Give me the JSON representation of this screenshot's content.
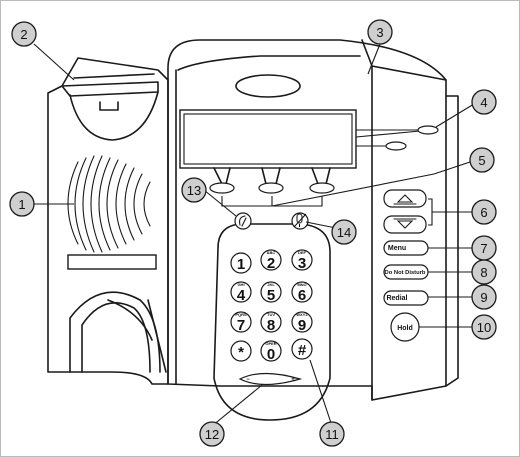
{
  "keypad": [
    {
      "digit": "1",
      "letters": ""
    },
    {
      "digit": "2",
      "letters": "ABC"
    },
    {
      "digit": "3",
      "letters": "DEF"
    },
    {
      "digit": "4",
      "letters": "GHI"
    },
    {
      "digit": "5",
      "letters": "JKL"
    },
    {
      "digit": "6",
      "letters": "MNO"
    },
    {
      "digit": "7",
      "letters": "PQRS"
    },
    {
      "digit": "8",
      "letters": "TUV"
    },
    {
      "digit": "9",
      "letters": "WXYZ"
    },
    {
      "digit": "*",
      "letters": ""
    },
    {
      "digit": "0",
      "letters": "OPER"
    },
    {
      "digit": "#",
      "letters": ""
    }
  ],
  "buttons": {
    "menu": "Menu",
    "do_not_disturb": "Do Not Disturb",
    "redial": "Redial",
    "hold": "Hold"
  },
  "callouts": [
    "1",
    "2",
    "3",
    "4",
    "5",
    "6",
    "7",
    "8",
    "9",
    "10",
    "11",
    "12",
    "13",
    "14"
  ]
}
